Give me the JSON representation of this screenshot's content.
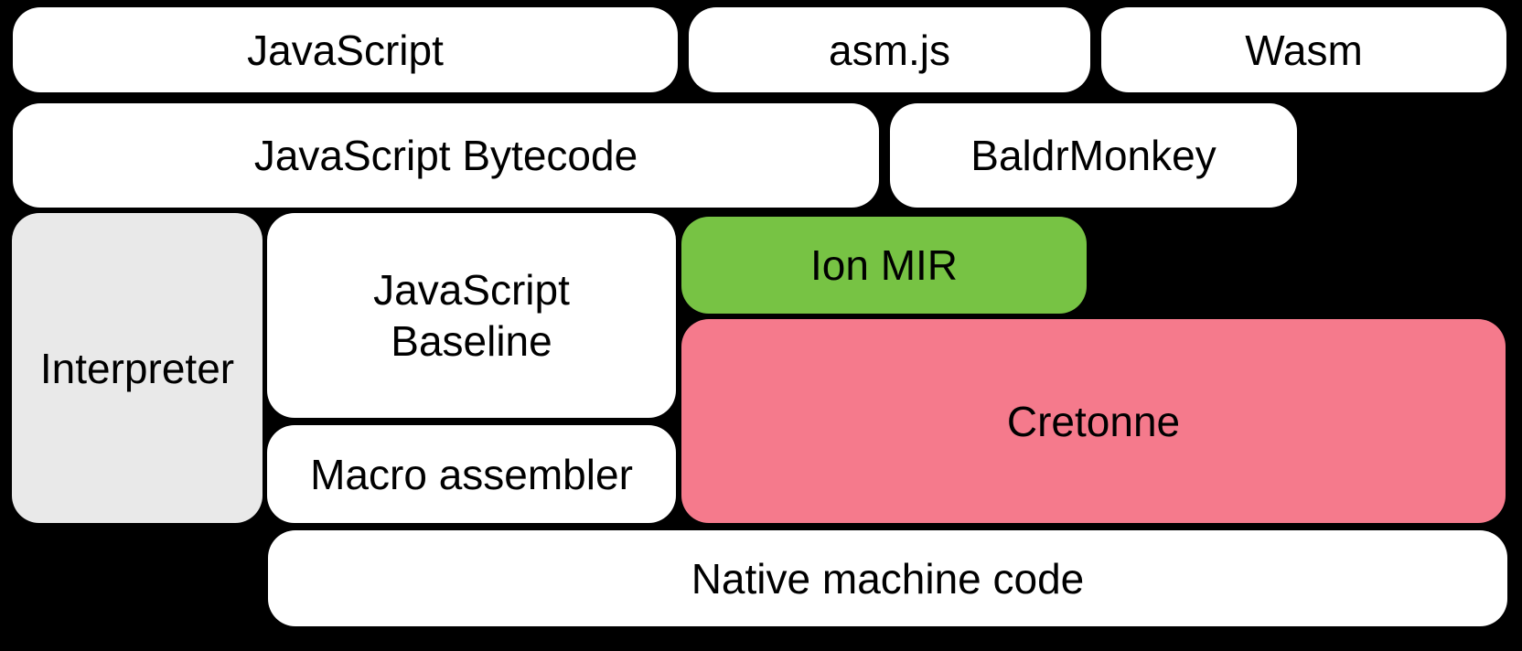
{
  "diagram": {
    "title": "SpiderMonkey compiler pipeline diagram",
    "background_color": "#000000",
    "text_color": "#000000",
    "colors": {
      "default_box": "#ffffff",
      "interpreter_box": "#e9e9e9",
      "ion_mir_box": "#77c344",
      "cretonne_box": "#f57a8c"
    },
    "boxes": [
      {
        "id": "javascript",
        "label": "JavaScript",
        "fill": "#ffffff"
      },
      {
        "id": "asmjs",
        "label": "asm.js",
        "fill": "#ffffff"
      },
      {
        "id": "wasm",
        "label": "Wasm",
        "fill": "#ffffff"
      },
      {
        "id": "javascript-bytecode",
        "label": "JavaScript Bytecode",
        "fill": "#ffffff"
      },
      {
        "id": "baldrmonkey",
        "label": "BaldrMonkey",
        "fill": "#ffffff"
      },
      {
        "id": "interpreter",
        "label": "Interpreter",
        "fill": "#e9e9e9"
      },
      {
        "id": "javascript-baseline",
        "label": "JavaScript\nBaseline",
        "fill": "#ffffff"
      },
      {
        "id": "ion-mir",
        "label": "Ion MIR",
        "fill": "#77c344"
      },
      {
        "id": "cretonne",
        "label": "Cretonne",
        "fill": "#f57a8c"
      },
      {
        "id": "macro-assembler",
        "label": "Macro assembler",
        "fill": "#ffffff"
      },
      {
        "id": "native-machine-code",
        "label": "Native machine code",
        "fill": "#ffffff"
      }
    ]
  }
}
